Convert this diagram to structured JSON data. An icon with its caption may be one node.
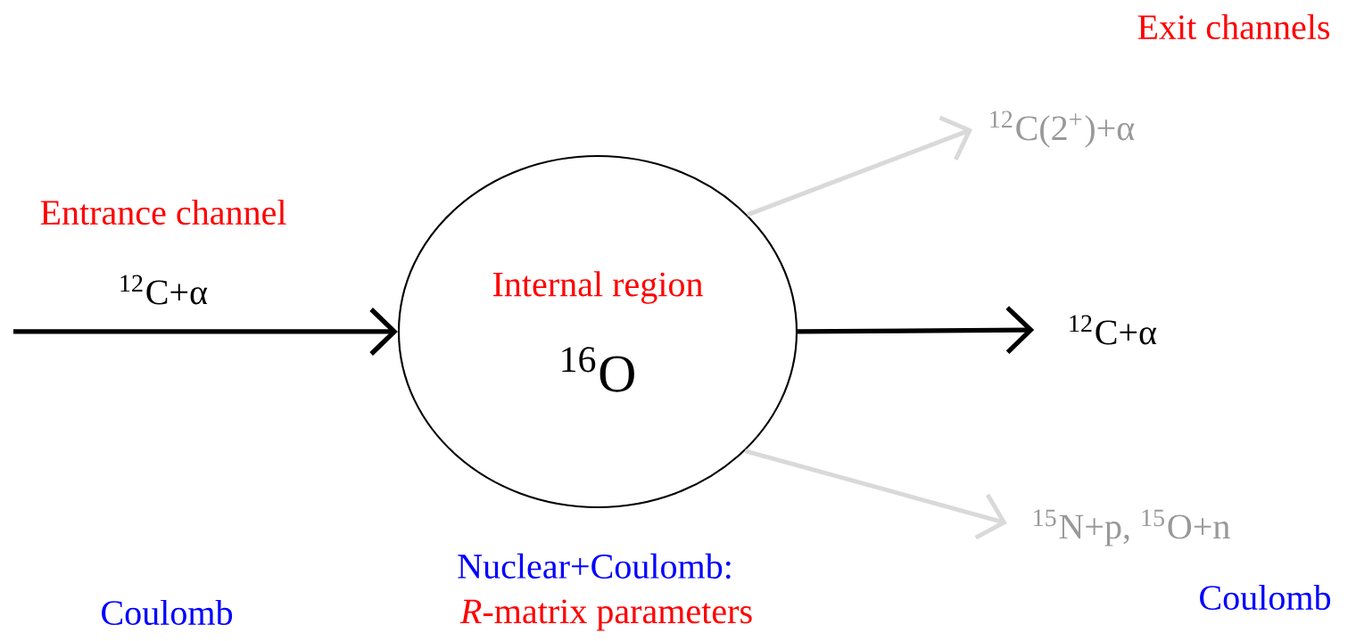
{
  "diagram": {
    "nodes": [
      {
        "text": [
          "Internal region",
          "$^{16}$O"
        ],
        "beside": [
          "Nuclear+Coulomb:",
          "*R*-matrix parameters"
        ]
      },
      {
        "text": [
          "$^{12}$C+α"
        ]
      },
      {
        "text": [
          "$^{12}$C(2$^{+}$)+α"
        ]
      },
      {
        "text": [
          "$^{15}$N+p, $^{15}$O+n"
        ]
      }
    ],
    "edges": [
      {
        "from": null,
        "to": 0,
        "arrow": "to",
        "label": "$^{12}$C+α"
      },
      {
        "from": 0,
        "to": 1,
        "arrow": "to"
      },
      {
        "from": 0,
        "to": 2,
        "arrow": "to",
        "color": "#d9d9d9"
      },
      {
        "from": 0,
        "to": 3,
        "arrow": "to",
        "color": "#d9d9d9"
      }
    ],
    "labels": [
      "Exit channels",
      "Entrance channel",
      "Coulomb",
      "Coulomb"
    ]
  }
}
